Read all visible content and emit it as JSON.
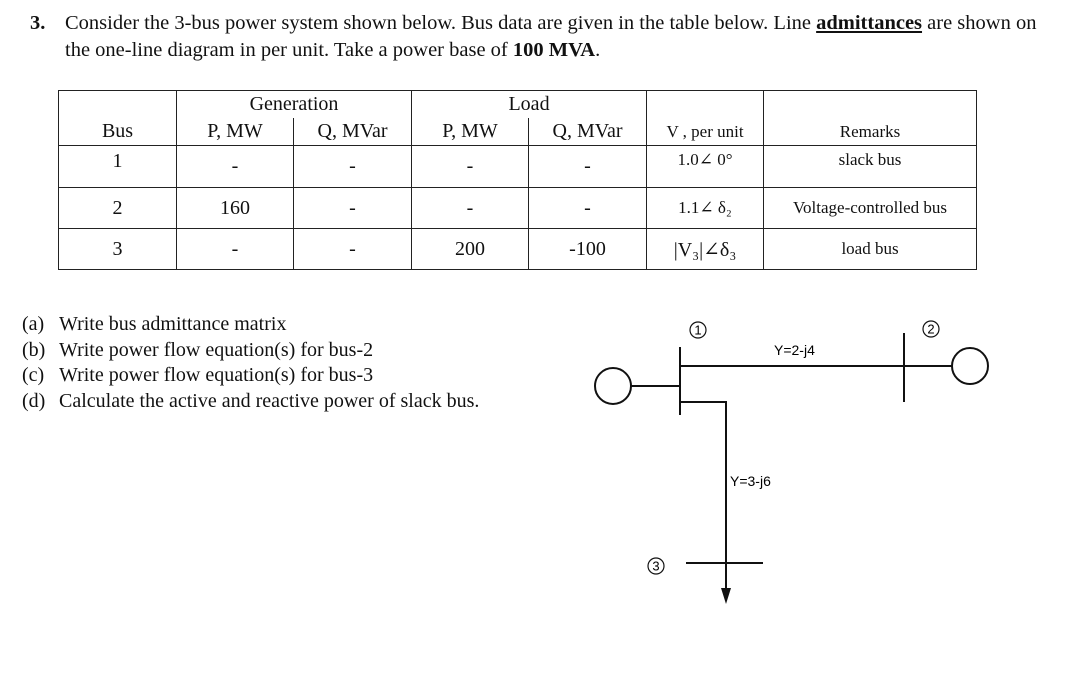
{
  "question": {
    "number": "3.",
    "text_before": "Consider the 3-bus power system shown below. Bus data are given in the table below. Line ",
    "emphasis": "admittances",
    "text_middle": " are shown on the one-line diagram in per unit. Take a power base of ",
    "power_base": "100 MVA",
    "text_end": "."
  },
  "table": {
    "header": {
      "bus": "Bus",
      "generation": "Generation",
      "load": "Load",
      "gen_p": "P, MW",
      "gen_q": "Q, MVar",
      "load_p": "P, MW",
      "load_q": "Q, MVar",
      "voltage": "V , per unit",
      "remarks": "Remarks"
    },
    "rows": [
      {
        "bus": "1",
        "gen_p": "-",
        "gen_q": "-",
        "load_p": "-",
        "load_q": "-",
        "voltage": "1.0∠ 0°",
        "remarks": "slack bus"
      },
      {
        "bus": "2",
        "gen_p": "160",
        "gen_q": "-",
        "load_p": "-",
        "load_q": "-",
        "voltage": "1.1∠ δ₂",
        "remarks": "Voltage-controlled bus"
      },
      {
        "bus": "3",
        "gen_p": "-",
        "gen_q": "-",
        "load_p": "200",
        "load_q": "-100",
        "voltage": "|V₃|∠δ₃",
        "remarks": "load bus"
      }
    ]
  },
  "parts": [
    {
      "label": "(a)",
      "text": "Write bus admittance matrix"
    },
    {
      "label": "(b)",
      "text": "Write power flow equation(s) for bus-2"
    },
    {
      "label": "(c)",
      "text": "Write power flow equation(s) for bus-3"
    },
    {
      "label": "(d)",
      "text": "Calculate the active and reactive power of slack bus."
    }
  ],
  "diagram": {
    "bus1_label": "1",
    "bus2_label": "2",
    "bus3_label": "3",
    "line12_admittance": "Y=2-j4",
    "line13_admittance": "Y=3-j6"
  }
}
